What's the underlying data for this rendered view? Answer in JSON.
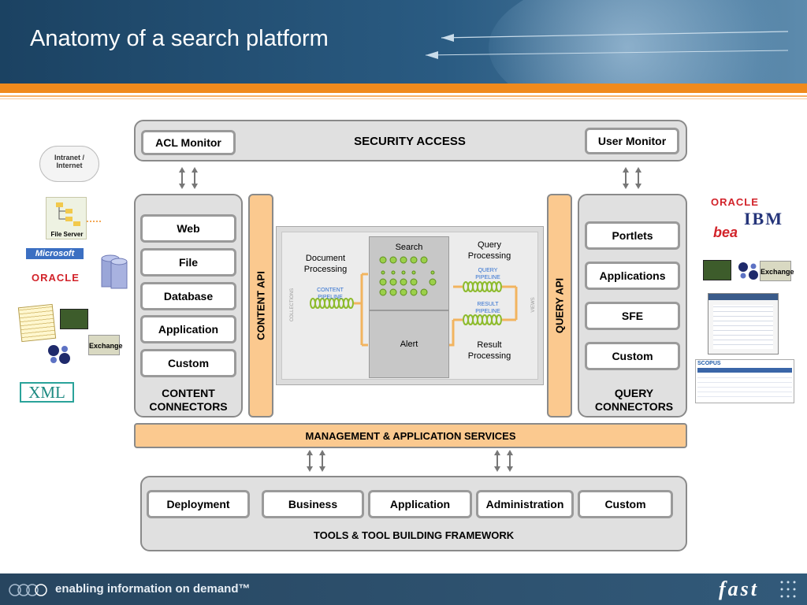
{
  "slide": {
    "title": "Anatomy of a search platform",
    "footer_text": "enabling information on demand™",
    "footer_logo": "fast"
  },
  "security": {
    "title": "SECURITY ACCESS",
    "acl_monitor": "ACL Monitor",
    "user_monitor": "User Monitor"
  },
  "content_connectors": {
    "items": [
      "Web",
      "File",
      "Database",
      "Application",
      "Custom"
    ],
    "label_line1": "CONTENT",
    "label_line2": "CONNECTORS"
  },
  "query_connectors": {
    "items": [
      "Portlets",
      "Applications",
      "SFE",
      "Custom"
    ],
    "label_line1": "QUERY",
    "label_line2": "CONNECTORS"
  },
  "apis": {
    "content": "CONTENT API",
    "query": "QUERY API"
  },
  "engine": {
    "document_processing_1": "Document",
    "document_processing_2": "Processing",
    "content_pipeline_1": "CONTENT",
    "content_pipeline_2": "PIPELINE",
    "collections": "COLLECTIONS",
    "search": "Search",
    "alert": "Alert",
    "query_processing_1": "Query",
    "query_processing_2": "Processing",
    "query_pipeline_1": "QUERY",
    "query_pipeline_2": "PIPELINE",
    "result_pipeline_1": "RESULT",
    "result_pipeline_2": "PIPELINE",
    "result_processing_1": "Result",
    "result_processing_2": "Processing",
    "views": "VIEWS"
  },
  "management": {
    "title": "MANAGEMENT & APPLICATION SERVICES"
  },
  "tools": {
    "items": [
      "Deployment",
      "Business",
      "Application",
      "Administration",
      "Custom"
    ],
    "title": "TOOLS & TOOL BUILDING FRAMEWORK"
  },
  "left_logos": {
    "cloud_1": "Intranet /",
    "cloud_2": "Internet",
    "file_server": "File Server",
    "microsoft": "Microsoft",
    "oracle": "ORACLE",
    "exchange": "Exchange",
    "xml": "XML"
  },
  "right_logos": {
    "oracle": "ORACLE",
    "ibm": "IBM",
    "bea": "bea",
    "exchange": "Exchange",
    "scopus": "SCOPUS"
  },
  "colors": {
    "accent_orange": "#f08a1c",
    "api_fill": "#fbc98f",
    "panel_fill": "#e0e0e0",
    "header_blue": "#1b4262"
  }
}
